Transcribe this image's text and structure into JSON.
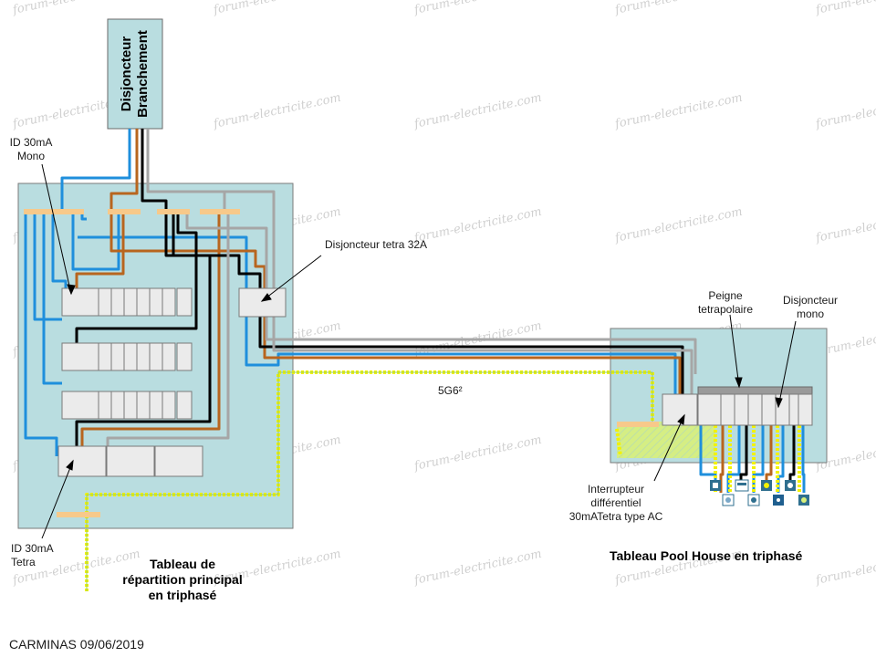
{
  "labels": {
    "main_breaker": [
      "Disjoncteur",
      "Branchement"
    ],
    "id_mono": [
      "ID 30mA",
      "Mono"
    ],
    "tetra_breaker": "Disjoncteur tetra 32A",
    "cable": "5G6²",
    "comb": [
      "Peigne",
      "tetrapolaire"
    ],
    "mono_breaker": [
      "Disjoncteur",
      "mono"
    ],
    "differential": [
      "Interrupteur",
      "différentiel",
      "30mATetra  type AC"
    ],
    "id_tetra": [
      "ID 30mA",
      "Tetra"
    ],
    "main_panel": [
      "Tableau de",
      "répartition principal",
      "en triphasé"
    ],
    "pool_panel": "Tableau Pool House en triphasé",
    "credit": "CARMINAS 09/06/2019"
  },
  "watermark": "forum-electricite.com",
  "colors": {
    "panel": "#b9dde0",
    "phase_brown": "#b8651e",
    "phase_black": "#000000",
    "phase_grey": "#a6a6a6",
    "neutral_blue": "#1f8fdc",
    "earth_yellow": "#f2f200",
    "comb_bar": "#f7c98a",
    "module": "#ebebeb"
  },
  "icons": [
    "dishwasher-icon",
    "washing-machine-icon",
    "oven-icon",
    "fan-icon",
    "light-icon",
    "outlet-icon"
  ]
}
